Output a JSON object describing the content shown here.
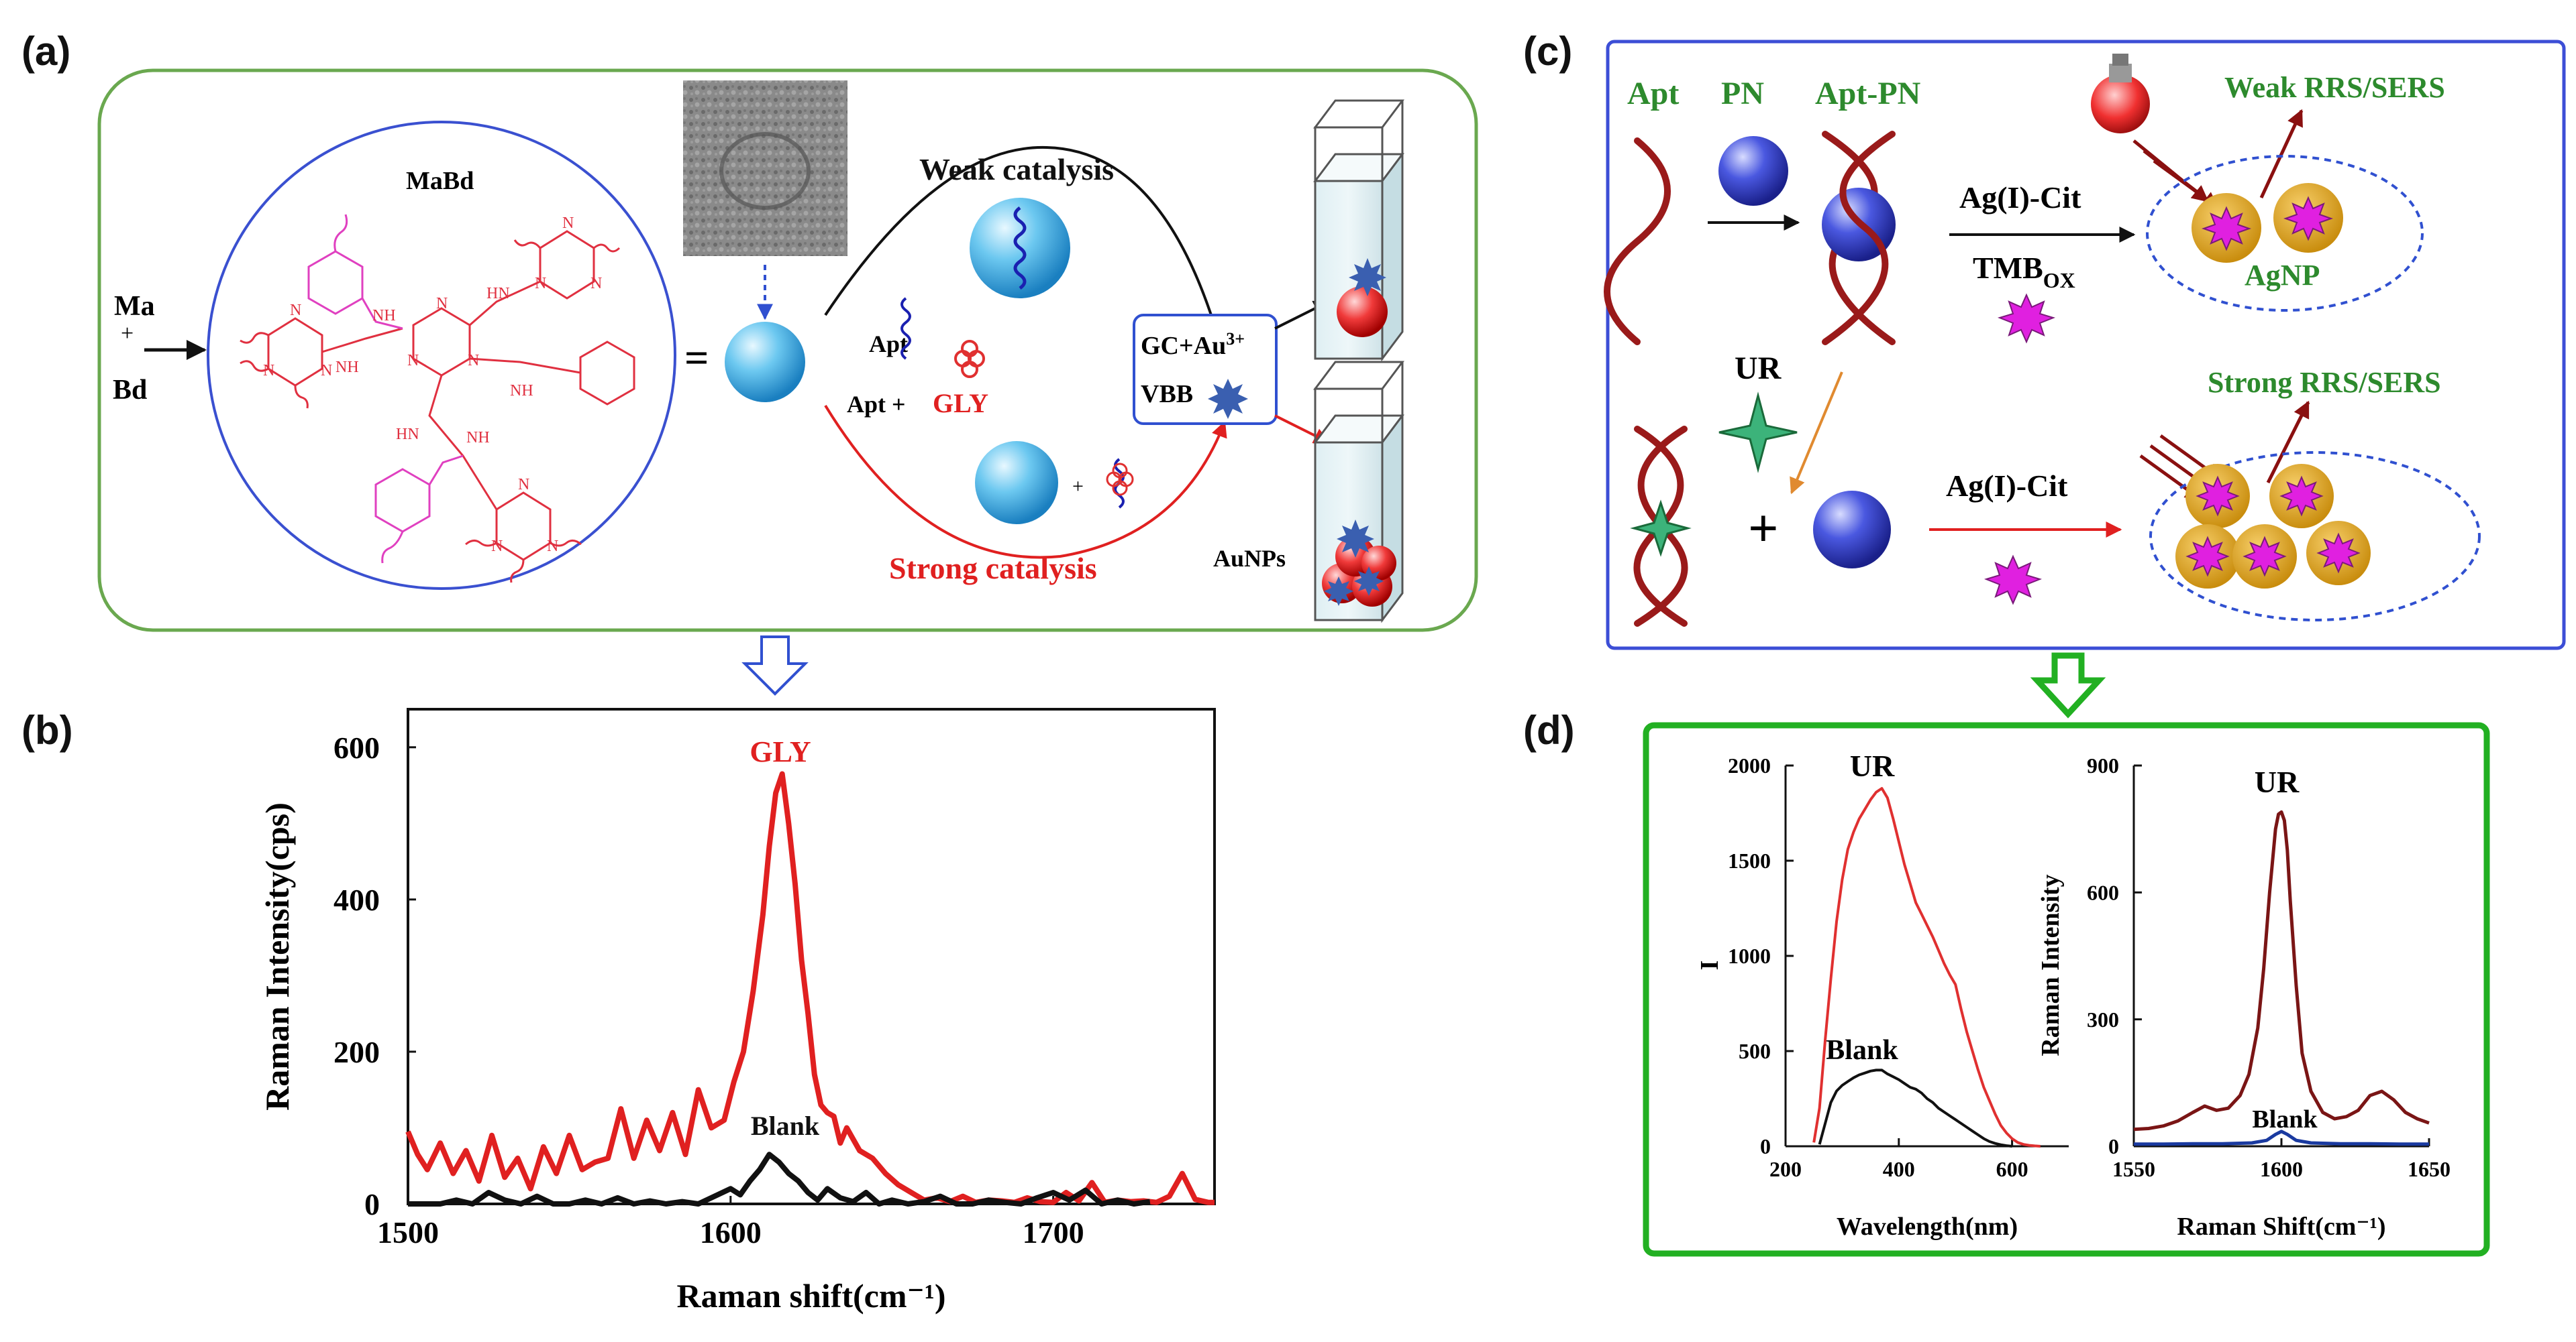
{
  "panels": {
    "a": {
      "letter": "(a)",
      "ma": "Ma",
      "plus": "+",
      "bd": "Bd",
      "mabd": "MaBd",
      "nh": "NH",
      "hn": "HN",
      "n": "N",
      "equals": "=",
      "weak_catalysis": "Weak catalysis",
      "strong_catalysis": "Strong catalysis",
      "apt": "Apt",
      "apt_plus": "Apt +",
      "gly": "GLY",
      "plus_small": "+",
      "gc_au": "GC+Au",
      "au_sup": "3+",
      "vbb": "VBB",
      "aunps": "AuNPs"
    },
    "b": {
      "letter": "(b)",
      "peak_label": "GLY",
      "blank_label": "Blank"
    },
    "c": {
      "letter": "(c)",
      "apt": "Apt",
      "pn": "PN",
      "apt_pn": "Apt-PN",
      "ag_cit_top": "Ag(I)-Cit",
      "tmb": "TMB",
      "tmb_sub": "OX",
      "weak_rrs": "Weak RRS/SERS",
      "agnp": "AgNP",
      "ur": "UR",
      "plus": "+",
      "ag_cit_bottom": "Ag(I)-Cit",
      "strong_rrs": "Strong RRS/SERS"
    },
    "d": {
      "letter": "(d)"
    }
  },
  "chart_data": [
    {
      "id": "b",
      "type": "line",
      "xlabel": "Raman shift(cm⁻¹)",
      "ylabel": "Raman Intensity(cps)",
      "xlim": [
        1500,
        1750
      ],
      "ylim": [
        0,
        650
      ],
      "xticks": [
        1500,
        1600,
        1700
      ],
      "yticks": [
        0,
        200,
        400,
        600
      ],
      "annotations": [
        "GLY",
        "Blank"
      ],
      "series": [
        {
          "name": "GLY",
          "color": "#e02020",
          "x": [
            1500,
            1503,
            1506,
            1510,
            1514,
            1518,
            1522,
            1526,
            1530,
            1534,
            1538,
            1542,
            1546,
            1550,
            1554,
            1558,
            1562,
            1566,
            1570,
            1574,
            1578,
            1582,
            1586,
            1590,
            1594,
            1598,
            1601,
            1604,
            1607,
            1610,
            1612,
            1614,
            1616,
            1618,
            1620,
            1622,
            1624,
            1626,
            1628,
            1630,
            1632,
            1634,
            1636,
            1640,
            1644,
            1648,
            1652,
            1656,
            1660,
            1664,
            1668,
            1672,
            1676,
            1680,
            1684,
            1688,
            1692,
            1696,
            1700,
            1704,
            1708,
            1712,
            1716,
            1720,
            1724,
            1728,
            1732,
            1736,
            1740,
            1744,
            1748,
            1750
          ],
          "y": [
            95,
            65,
            45,
            80,
            40,
            70,
            30,
            90,
            35,
            60,
            20,
            75,
            40,
            90,
            45,
            55,
            60,
            125,
            60,
            110,
            70,
            120,
            65,
            150,
            100,
            110,
            160,
            200,
            280,
            380,
            470,
            540,
            565,
            500,
            420,
            320,
            250,
            170,
            130,
            120,
            115,
            80,
            100,
            70,
            60,
            40,
            25,
            15,
            5,
            8,
            3,
            10,
            2,
            5,
            4,
            2,
            8,
            3,
            2,
            15,
            4,
            28,
            2,
            5,
            3,
            4,
            2,
            10,
            40,
            6,
            2,
            2
          ]
        },
        {
          "name": "Blank",
          "color": "#111111",
          "x": [
            1500,
            1505,
            1510,
            1515,
            1520,
            1525,
            1530,
            1535,
            1540,
            1545,
            1550,
            1555,
            1560,
            1565,
            1570,
            1575,
            1580,
            1585,
            1590,
            1595,
            1600,
            1603,
            1606,
            1609,
            1612,
            1615,
            1618,
            1621,
            1624,
            1627,
            1630,
            1634,
            1638,
            1642,
            1646,
            1650,
            1655,
            1660,
            1665,
            1670,
            1675,
            1680,
            1685,
            1690,
            1695,
            1700,
            1705,
            1710,
            1715,
            1720,
            1725,
            1730
          ],
          "y": [
            0,
            0,
            0,
            5,
            0,
            15,
            5,
            0,
            10,
            0,
            0,
            5,
            0,
            8,
            0,
            4,
            0,
            3,
            0,
            10,
            20,
            12,
            30,
            45,
            65,
            55,
            40,
            30,
            15,
            5,
            20,
            8,
            3,
            15,
            0,
            5,
            0,
            3,
            10,
            0,
            0,
            5,
            2,
            0,
            8,
            15,
            5,
            18,
            0,
            5,
            0,
            3
          ]
        }
      ]
    },
    {
      "id": "d-left",
      "type": "line",
      "xlabel": "Wavelength(nm)",
      "ylabel": "I",
      "xlim": [
        200,
        700
      ],
      "ylim": [
        0,
        2000
      ],
      "xticks": [
        200,
        400,
        600
      ],
      "yticks": [
        0,
        500,
        1000,
        1500,
        2000
      ],
      "annotations": [
        "UR",
        "Blank"
      ],
      "series": [
        {
          "name": "UR",
          "color": "#e03030",
          "x": [
            250,
            260,
            270,
            280,
            290,
            300,
            310,
            320,
            330,
            340,
            350,
            360,
            370,
            380,
            390,
            400,
            410,
            420,
            430,
            440,
            450,
            460,
            470,
            480,
            490,
            500,
            510,
            520,
            530,
            540,
            550,
            560,
            570,
            580,
            590,
            600,
            610,
            620,
            630,
            640,
            650
          ],
          "y": [
            20,
            200,
            560,
            880,
            1180,
            1400,
            1560,
            1650,
            1720,
            1770,
            1820,
            1860,
            1880,
            1830,
            1720,
            1600,
            1480,
            1380,
            1280,
            1220,
            1160,
            1100,
            1030,
            960,
            900,
            850,
            720,
            600,
            500,
            400,
            310,
            240,
            170,
            110,
            70,
            40,
            20,
            10,
            5,
            2,
            0
          ]
        },
        {
          "name": "Blank",
          "color": "#111111",
          "x": [
            260,
            270,
            280,
            290,
            300,
            310,
            320,
            330,
            340,
            350,
            360,
            370,
            380,
            390,
            400,
            410,
            420,
            430,
            440,
            450,
            460,
            470,
            480,
            490,
            500,
            510,
            520,
            530,
            540,
            550,
            560,
            570,
            580,
            590,
            600
          ],
          "y": [
            10,
            120,
            230,
            290,
            320,
            340,
            360,
            375,
            385,
            395,
            400,
            400,
            380,
            365,
            350,
            330,
            310,
            300,
            280,
            250,
            230,
            200,
            180,
            160,
            140,
            120,
            100,
            80,
            60,
            40,
            25,
            15,
            8,
            3,
            0
          ]
        }
      ]
    },
    {
      "id": "d-right",
      "type": "line",
      "xlabel": "Raman Shift(cm⁻¹)",
      "ylabel": "Raman Intensity",
      "xlim": [
        1550,
        1650
      ],
      "ylim": [
        0,
        900
      ],
      "xticks": [
        1550,
        1600,
        1650
      ],
      "yticks": [
        0,
        300,
        600,
        900
      ],
      "annotations": [
        "UR",
        "Blank"
      ],
      "series": [
        {
          "name": "UR",
          "color": "#7a1515",
          "x": [
            1550,
            1555,
            1560,
            1565,
            1570,
            1574,
            1578,
            1582,
            1586,
            1589,
            1592,
            1594,
            1596,
            1598,
            1599,
            1600,
            1601,
            1602,
            1603,
            1605,
            1607,
            1610,
            1614,
            1618,
            1622,
            1626,
            1630,
            1634,
            1638,
            1642,
            1646,
            1650
          ],
          "y": [
            40,
            42,
            48,
            60,
            80,
            95,
            85,
            90,
            120,
            170,
            280,
            420,
            600,
            750,
            785,
            790,
            770,
            700,
            580,
            380,
            220,
            130,
            80,
            65,
            70,
            85,
            120,
            130,
            110,
            80,
            65,
            55
          ]
        },
        {
          "name": "Blank",
          "color": "#1a3aa0",
          "x": [
            1550,
            1560,
            1570,
            1580,
            1590,
            1595,
            1598,
            1600,
            1602,
            1605,
            1610,
            1620,
            1630,
            1640,
            1650
          ],
          "y": [
            5,
            5,
            6,
            6,
            8,
            14,
            28,
            35,
            28,
            14,
            8,
            6,
            6,
            5,
            5
          ]
        }
      ]
    }
  ]
}
